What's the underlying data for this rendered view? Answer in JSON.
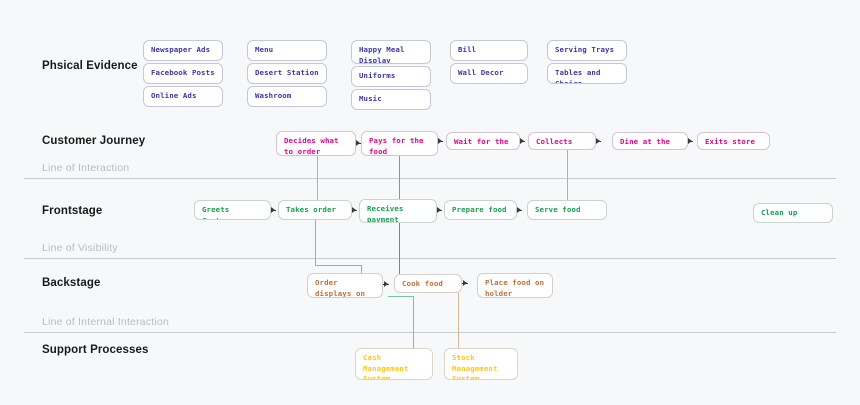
{
  "diagram": {
    "type": "service-blueprint",
    "colors": {
      "evidence": "#3b37a8",
      "journey": "#ec008c",
      "frontstage": "#16a04f",
      "backstage": "#c0703a",
      "support": "#ffc61e",
      "separator": "#c9cccf",
      "separator_label": "#b9bcc0",
      "background": "#f7f8f9",
      "node_fill": "#ffffff",
      "arrow": "#3a3a3a"
    },
    "rows": [
      {
        "key": "evidence",
        "title": "Phsical Evidence"
      },
      {
        "key": "journey",
        "title": "Customer Journey"
      },
      {
        "key": "frontstage",
        "title": "Frontstage"
      },
      {
        "key": "backstage",
        "title": "Backstage"
      },
      {
        "key": "support",
        "title": "Support Processes"
      }
    ],
    "separators": [
      {
        "label": "Line of Interaction"
      },
      {
        "label": "Line of Visibility"
      },
      {
        "label": "Line of Internal Interaction"
      }
    ],
    "evidence_columns": [
      {
        "items": [
          "Newspaper Ads",
          "Facebook Posts",
          "Online Ads"
        ]
      },
      {
        "items": [
          "Menu",
          "Desert Station",
          "Washroom"
        ]
      },
      {
        "items": [
          "Happy Meal Display",
          "Uniforms",
          "Music"
        ]
      },
      {
        "items": [
          "Bill",
          "Wall Decor"
        ]
      },
      {
        "items": [
          "Serving Trays",
          "Tables and Chairs"
        ]
      }
    ],
    "journey_steps": [
      "Decides what to order",
      "Pays for the food",
      "Wait for the food",
      "Collects food",
      "Dine at the place",
      "Exits store"
    ],
    "frontstage_steps": [
      "Greets Customer",
      "Takes order",
      "Receives payment",
      "Prepare food",
      "Serve food"
    ],
    "frontstage_detached": [
      "Clean up"
    ],
    "backstage_steps": [
      "Order displays on screen",
      "Cook food",
      "Place food on holder"
    ],
    "support_steps": [
      "Cash Management System",
      "Stock Management System"
    ]
  }
}
